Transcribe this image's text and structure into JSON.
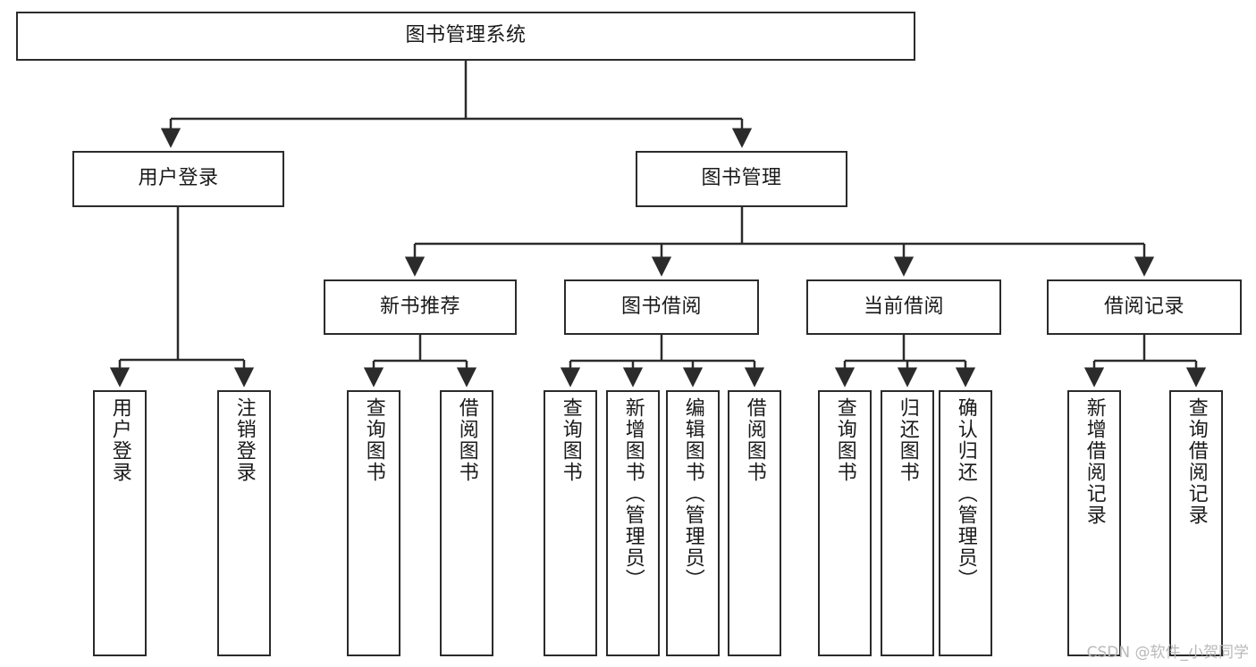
{
  "diagram": {
    "title": "图书管理系统",
    "type": "tree-hierarchy",
    "orientation": "top-down",
    "colors": {
      "border": "#2b2b2b",
      "fill": "#ffffff",
      "text": "#1a1a1a",
      "edge": "#2b2b2b",
      "watermark": "#b9b9b9"
    },
    "root": {
      "label": "图书管理系统"
    },
    "level2": [
      {
        "label": "用户登录"
      },
      {
        "label": "图书管理"
      }
    ],
    "level3": [
      {
        "label": "新书推荐"
      },
      {
        "label": "图书借阅"
      },
      {
        "label": "当前借阅"
      },
      {
        "label": "借阅记录"
      }
    ],
    "leaves": {
      "user_login": [
        {
          "label": "用户登录"
        },
        {
          "label": "注销登录"
        }
      ],
      "new_book_recommend": [
        {
          "label": "查询图书"
        },
        {
          "label": "借阅图书"
        }
      ],
      "book_borrow": [
        {
          "label": "查询图书"
        },
        {
          "label": "新增图书（管理员）"
        },
        {
          "label": "编辑图书（管理员）"
        },
        {
          "label": "借阅图书"
        }
      ],
      "current_borrow": [
        {
          "label": "查询图书"
        },
        {
          "label": "归还图书"
        },
        {
          "label": "确认归还（管理员）"
        }
      ],
      "borrow_record": [
        {
          "label": "新增借阅记录"
        },
        {
          "label": "查询借阅记录"
        }
      ]
    }
  },
  "watermark": {
    "text": "CSDN @软件_小贺同学"
  }
}
